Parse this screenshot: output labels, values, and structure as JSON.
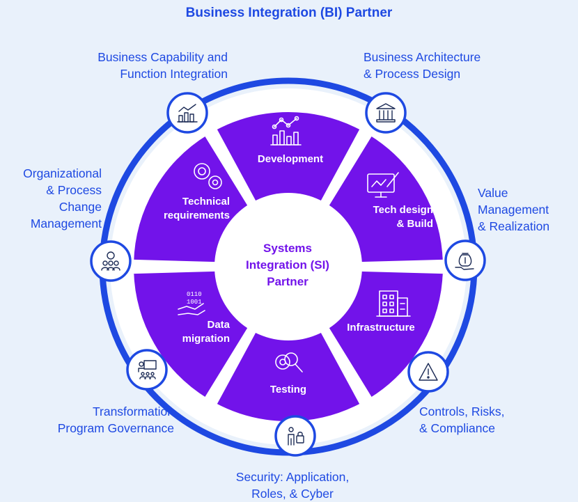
{
  "title": "Business Integration (BI) Partner",
  "center": [
    "Systems",
    "Integration (SI)",
    "Partner"
  ],
  "segments": {
    "development": [
      "Development"
    ],
    "tech_design": [
      "Tech design",
      "& Build"
    ],
    "infrastructure": [
      "Infrastructure"
    ],
    "testing": [
      "Testing"
    ],
    "data_migration": [
      "Data",
      "migration"
    ],
    "technical_requirements": [
      "Technical",
      "requirements"
    ]
  },
  "outer": {
    "capability": [
      "Business Capability and",
      "Function Integration"
    ],
    "architecture": [
      "Business Architecture",
      "& Process Design"
    ],
    "value": [
      "Value",
      "Management",
      "& Realization"
    ],
    "controls": [
      "Controls, Risks,",
      "& Compliance"
    ],
    "security": [
      "Security: Application,",
      "Roles, & Cyber"
    ],
    "governance": [
      "Transformation",
      "Program Governance"
    ],
    "change": [
      "Organizational",
      "& Process",
      "Change",
      "Management"
    ]
  },
  "icons": {
    "capability": "bar-chart-growth-icon",
    "architecture": "institution-building-icon",
    "value": "money-bag-hand-icon",
    "controls": "warning-triangle-icon",
    "security": "person-with-lock-icon",
    "governance": "presenter-with-audience-icon",
    "change": "organization-people-icon"
  },
  "colors": {
    "background": "#e9f1fb",
    "ring": "#1e49e2",
    "segments": "#7213ea",
    "title": "#1e49e2",
    "center_text": "#7213ea"
  }
}
